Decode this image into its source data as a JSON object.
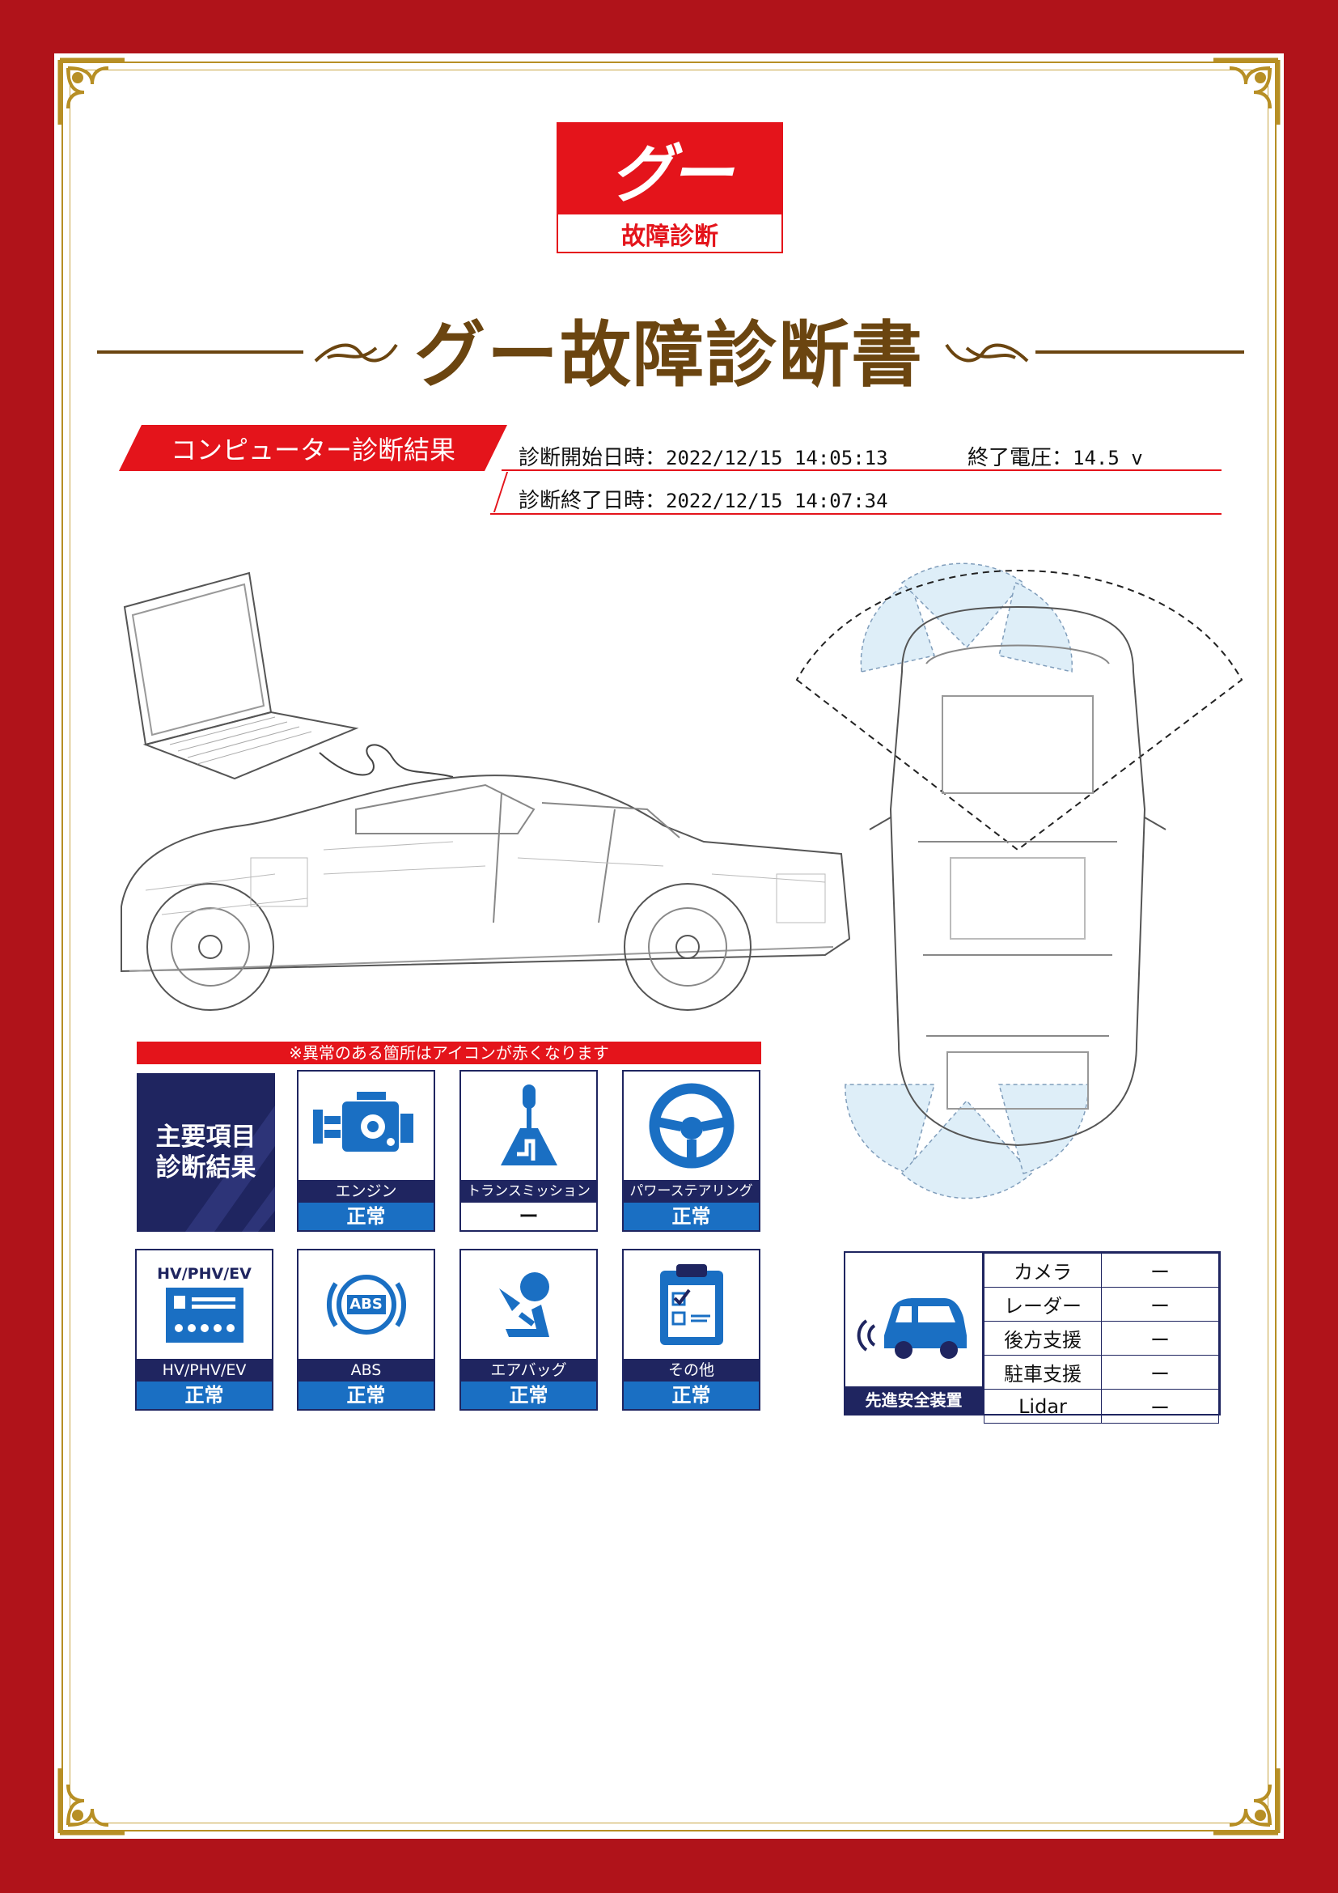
{
  "logo": {
    "mark": "グー",
    "caption": "故障診断"
  },
  "title": "グー故障診断書",
  "section": {
    "label": "コンピューター診断結果"
  },
  "diagnosis": {
    "start_label": "診断開始日時：",
    "start_value": "2022/12/15 14:05:13",
    "voltage_label": "終了電圧：",
    "voltage_value": "14.5 v",
    "end_label": "診断終了日時：",
    "end_value": "2022/12/15 14:07:34"
  },
  "notice": "※異常のある箇所はアイコンが赤くなります",
  "main_items": {
    "heading": "主要項目\n診断結果",
    "items": [
      {
        "icon": "engine-icon",
        "label": "エンジン",
        "status": "正常"
      },
      {
        "icon": "transmission-icon",
        "label": "トランスミッション",
        "status": "ー"
      },
      {
        "icon": "steering-wheel-icon",
        "label": "パワーステアリング",
        "status": "正常"
      },
      {
        "icon": "hv-battery-icon",
        "icon_text": "HV/PHV/EV",
        "label": "HV/PHV/EV",
        "status": "正常"
      },
      {
        "icon": "abs-icon",
        "icon_text": "ABS",
        "label": "ABS",
        "status": "正常"
      },
      {
        "icon": "airbag-icon",
        "label": "エアバッグ",
        "status": "正常"
      },
      {
        "icon": "clipboard-icon",
        "label": "その他",
        "status": "正常"
      }
    ]
  },
  "adas": {
    "caption": "先進安全装置",
    "rows": [
      {
        "name": "カメラ",
        "status": "ー"
      },
      {
        "name": "レーダー",
        "status": "ー"
      },
      {
        "name": "後方支援",
        "status": "ー"
      },
      {
        "name": "駐車支援",
        "status": "ー"
      },
      {
        "name": "Lidar",
        "status": "ー"
      }
    ]
  },
  "colors": {
    "frame_red": "#b0131a",
    "accent_red": "#e4141b",
    "gold": "#b78f25",
    "title_brown": "#6b4510",
    "navy": "#1f2560",
    "status_blue": "#1a6fc3",
    "icon_blue": "#1a6fc3"
  }
}
